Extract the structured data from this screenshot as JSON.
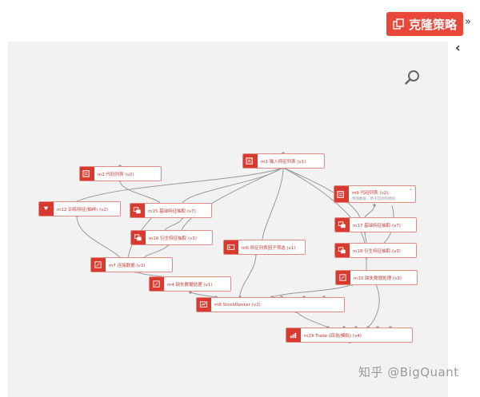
{
  "toolbar": {
    "clone_label": "克隆策略",
    "clone_icon": "copy-icon",
    "expand_icon": "double-chevron-right-icon"
  },
  "canvas": {
    "collapse_icon": "chevron-left-icon",
    "zoom_icon": "search-icon"
  },
  "colors": {
    "accent": "#e8473a",
    "node_border": "#e28a84",
    "edge": "#9a9a9a"
  },
  "nodes": {
    "m3": "m3 输入特征列表 (v1)",
    "m2": "m2 代码列表 (v2)",
    "m9": "m9 代码列表 (v2)",
    "m9_sub": "预测数据，用于回测和模拟",
    "m12": "m12 训练特征(抽样) (v2)",
    "m15": "m15 基础特征抽取 (v7)",
    "m17": "m17 基础特征抽取 (v7)",
    "m16": "m16 衍生特征抽取 (v3)",
    "m6": "m6 特征列表因子筛选 (v1)",
    "m18": "m18 衍生特征抽取 (v3)",
    "m7": "m7 连接数据 (v3)",
    "m10": "m10 缺失数据处理 (v3)",
    "m4": "m4 缺失数据处理 (v1)",
    "m8": "m8 StockRanker (v2)",
    "m19": "m19 Trade (回测/模拟) (v4)"
  },
  "watermark": "知乎 @BigQuant"
}
